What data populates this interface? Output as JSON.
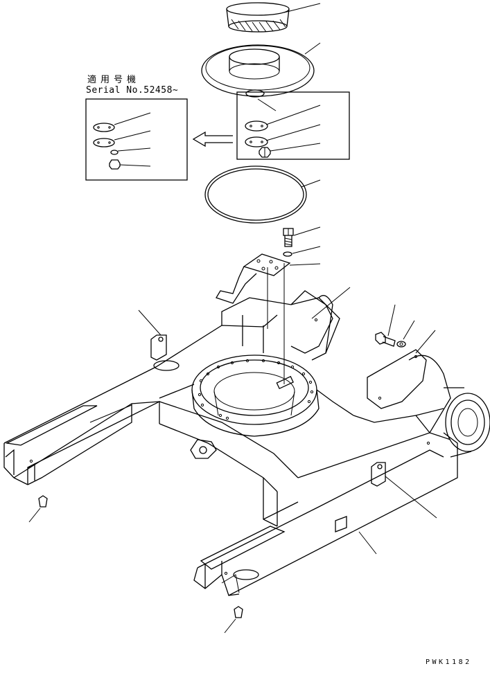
{
  "drawing": {
    "applicable_label": "適用号機",
    "serial_label": "Serial No.52458~",
    "code": "PWK1182"
  },
  "colors": {
    "ink": "#000000",
    "paper": "#ffffff"
  },
  "icons": [
    "arrow-left-icon"
  ]
}
